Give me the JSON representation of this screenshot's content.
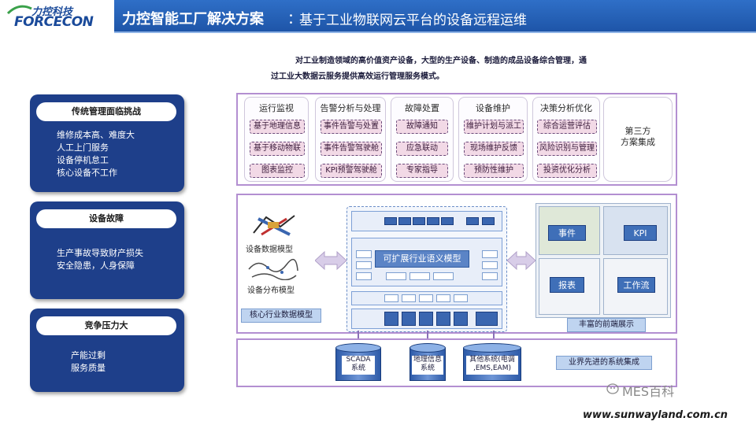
{
  "logo": {
    "cn": "力控科技",
    "en": "FORCECON"
  },
  "title": {
    "main": "力控智能工厂解决方案",
    "sep": "：",
    "sub": "基于工业物联网云平台的设备远程运维"
  },
  "intro": {
    "line1": "对工业制造领域的高价值资产设备，大型的生产设备、制造的成品设备综合管理，通",
    "line2": "过工业大数据云服务提供高效运行管理服务模式。"
  },
  "cards": [
    {
      "title": "传统管理面临挑战",
      "lines": [
        "维修成本高、难度大",
        "人工上门服务",
        "设备停机怠工",
        "核心设备不工作"
      ]
    },
    {
      "title": "设备故障",
      "lines": [
        "生产事故导致财产损失",
        "安全隐患，人身保障"
      ]
    },
    {
      "title": "竞争压力大",
      "lines": [
        "产能过剩",
        "服务质量"
      ]
    }
  ],
  "functions": [
    {
      "title": "运行监视",
      "items": [
        "基于地理信息",
        "基于移动物联",
        "图表监控"
      ]
    },
    {
      "title": "告警分析与处理",
      "items": [
        "事件告警与处置",
        "事件告警驾驶舱",
        "KPI预警驾驶舱"
      ]
    },
    {
      "title": "故障处置",
      "items": [
        "故障通知",
        "应急联动",
        "专家指导"
      ]
    },
    {
      "title": "设备维护",
      "items": [
        "维护计划与派工",
        "现场维护反馈",
        "预防性维护"
      ]
    },
    {
      "title": "决策分析优化",
      "items": [
        "综合运营评估",
        "风险识别与管理",
        "投资优化分析"
      ]
    }
  ],
  "third_party": {
    "line1": "第三方",
    "line2": "方案集成"
  },
  "models": {
    "device_data": "设备数据模型",
    "device_dist": "设备分布模型",
    "core_label": "核心行业数据模型",
    "extensible": "可扩展行业语义模型",
    "frontend_label": "丰富的前端展示"
  },
  "displays": {
    "event": "事件",
    "kpi": "KPI",
    "report": "报表",
    "workflow": "工作流"
  },
  "bottom": {
    "label": "业界先进的系统集成",
    "systems": [
      {
        "line1": "SCADA",
        "line2": "系统"
      },
      {
        "line1": "地理信息",
        "line2": "系统"
      },
      {
        "line1": "其他系统(电调",
        "line2": ",EMS,EAM)"
      }
    ]
  },
  "watermark": {
    "brand": "MES百科",
    "url": "www.sunwayland.com.cn"
  },
  "colors": {
    "title_bar": "#1e55a8",
    "card": "#1e3f8a",
    "panel_border": "#b38fd1",
    "chip": "#f2d9e6"
  }
}
